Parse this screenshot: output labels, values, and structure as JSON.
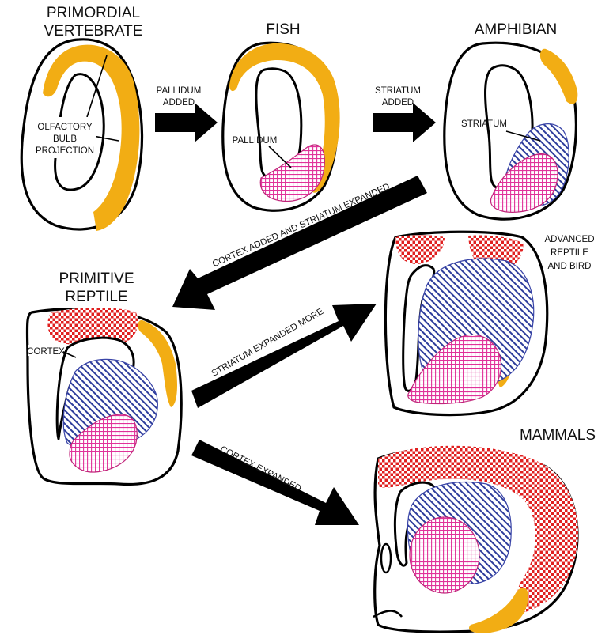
{
  "titles": {
    "primordial_line1": "PRIMORDIAL",
    "primordial_line2": "VERTEBRATE",
    "fish": "FISH",
    "amphibian": "AMPHIBIAN",
    "primitive_line1": "PRIMITIVE",
    "primitive_line2": "REPTILE",
    "advanced_line1": "ADVANCED",
    "advanced_line2": "REPTILE",
    "advanced_line3": "AND BIRD",
    "mammals": "MAMMALS"
  },
  "structure_labels": {
    "olfactory_line1": "OLFACTORY",
    "olfactory_line2": "BULB",
    "olfactory_line3": "PROJECTION",
    "pallidum": "PALLIDUM",
    "striatum": "STRIATUM",
    "cortex": "CORTEX"
  },
  "arrows": {
    "pallidum_line1": "PALLIDUM",
    "pallidum_line2": "ADDED",
    "striatum_line1": "STRIATUM",
    "striatum_line2": "ADDED",
    "cortex_striatum": "CORTEX ADDED AND STRIATUM EXPANDED",
    "striatum_more": "STRIATUM EXPANDED MORE",
    "cortex_expanded": "CORTEX EXPANDED"
  },
  "colors": {
    "olfactory": "#f2ad14",
    "pallidum": "#e0329a",
    "striatum": "#2e3d9c",
    "cortex": "#e02020",
    "outline": "#000000"
  }
}
